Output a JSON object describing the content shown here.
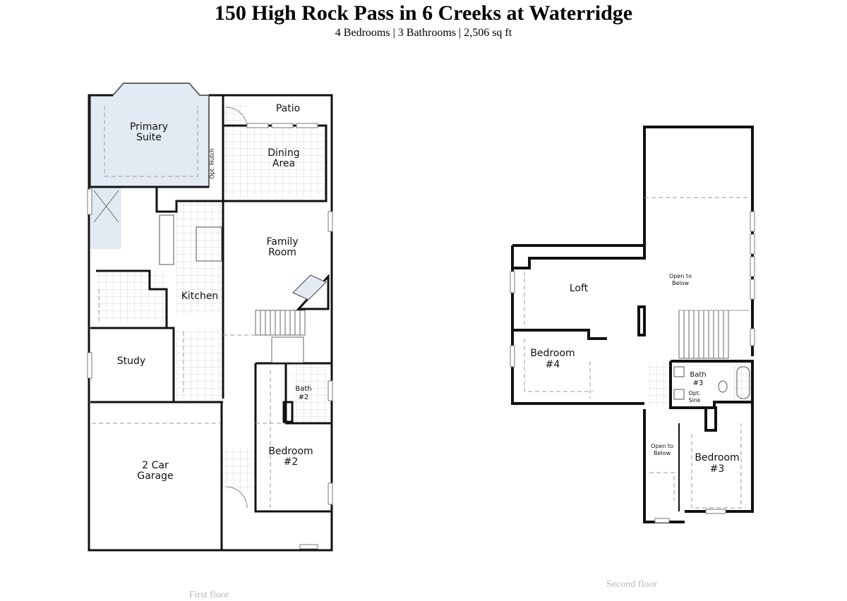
{
  "header": {
    "title": "150 High Rock Pass in 6 Creeks at Waterridge",
    "subtitle": "4 Bedrooms | 3 Bathrooms | 2,506 sq ft"
  },
  "first_floor": {
    "caption": "First floor",
    "rooms": {
      "primary_suite_1": "Primary",
      "primary_suite_2": "Suite",
      "patio": "Patio",
      "dining_1": "Dining",
      "dining_2": "Area",
      "opt_hutch": "Opt. Hutch",
      "family_1": "Family",
      "family_2": "Room",
      "kitchen": "Kitchen",
      "study": "Study",
      "bath2_1": "Bath",
      "bath2_2": "#2",
      "bedroom2_1": "Bedroom",
      "bedroom2_2": "#2",
      "garage_1": "2 Car",
      "garage_2": "Garage"
    }
  },
  "second_floor": {
    "caption": "Second floor",
    "rooms": {
      "loft": "Loft",
      "open_below_1": "Open to",
      "open_below_2": "Below",
      "bedroom4_1": "Bedroom",
      "bedroom4_2": "#4",
      "bath3_1": "Bath",
      "bath3_2": "#3",
      "opt_sink_1": "Opt.",
      "opt_sink_2": "Sink",
      "open_below_small_1": "Open to",
      "open_below_small_2": "Below",
      "bedroom3_1": "Bedroom",
      "bedroom3_2": "#3"
    }
  },
  "colors": {
    "wall": "#111111",
    "primary_suite_fill": "#e3eaf4",
    "grid_line": "#d4d4d4",
    "dash_line": "#9a9a9a",
    "caption": "#b8b8b8"
  }
}
